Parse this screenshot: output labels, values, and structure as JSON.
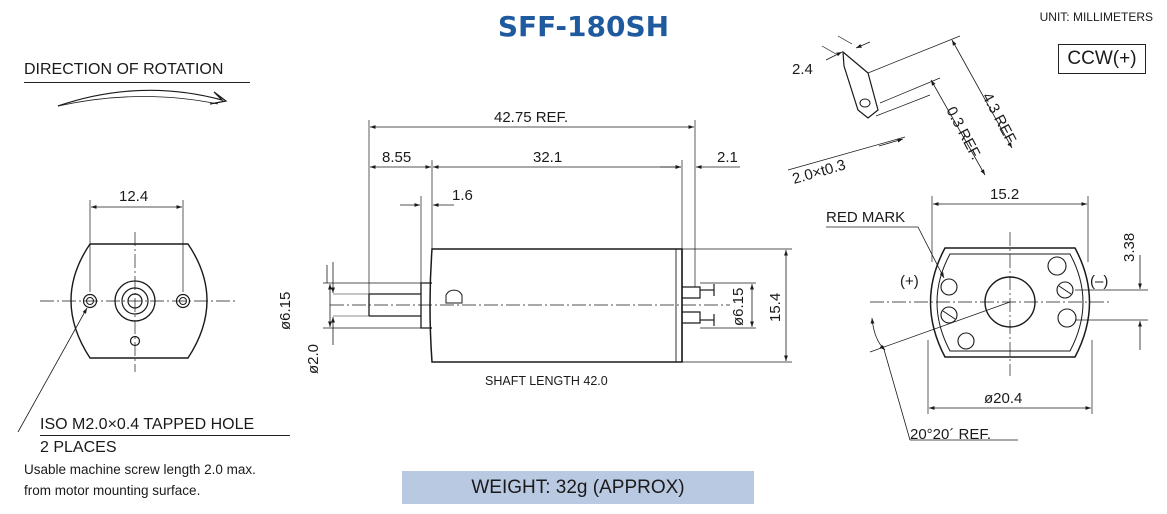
{
  "title": "SFF-180SH",
  "units": "UNIT: MILLIMETERS",
  "rotation_box": "CCW(+)",
  "direction_label": "DIRECTION OF ROTATION",
  "weight": "WEIGHT: 32g (APPROX)",
  "notes": {
    "tapped_hole": "ISO M2.0×0.4 TAPPED HOLE",
    "places": "2 PLACES",
    "usable_line1": "Usable machine screw length 2.0 max.",
    "usable_line2": "from motor mounting surface."
  },
  "shaft_length": "SHAFT LENGTH  42.0",
  "front_view": {
    "hole_spacing": "12.4"
  },
  "side_view": {
    "overall": "42.75 REF.",
    "boss": "8.55",
    "can": "32.1",
    "terminal": "2.1",
    "flange": "1.6",
    "shaft_dia": "ø6.15",
    "shaft_tip": "ø2.0",
    "bearing_dia": "ø6.15",
    "height": "15.4"
  },
  "terminal_detail": {
    "thickness": "2.4",
    "pin": "2.0×t0.3",
    "offset": "0.3 REF.",
    "length": "4.3 REF."
  },
  "rear_view": {
    "red_mark": "RED MARK",
    "width": "15.2",
    "offset": "3.38",
    "plus": "(+)",
    "minus": "(–)",
    "diameter": "ø20.4",
    "angle": "20°20´ REF."
  }
}
